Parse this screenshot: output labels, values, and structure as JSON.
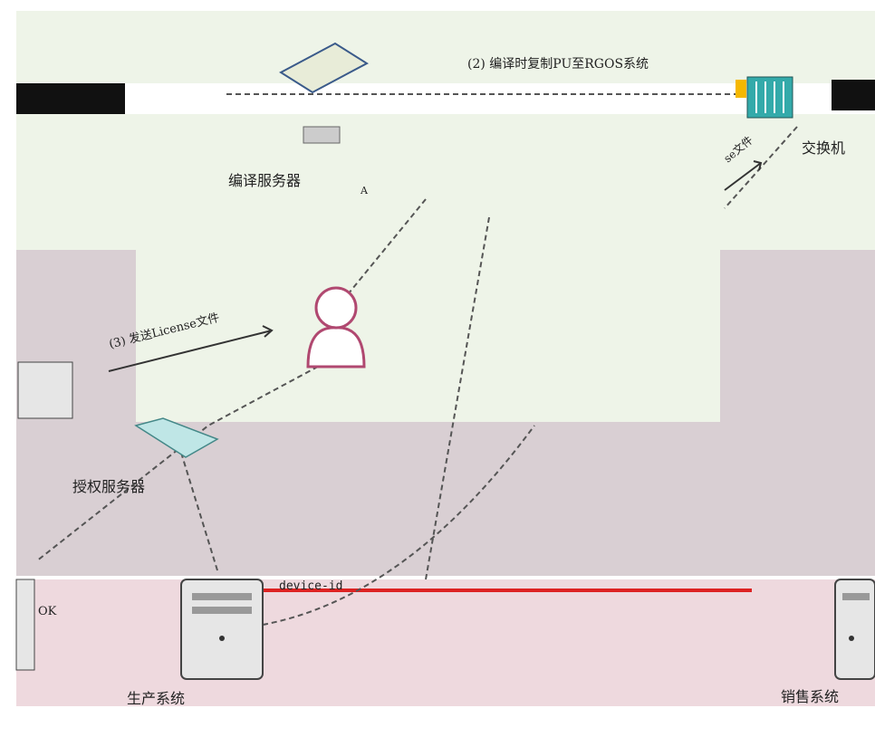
{
  "labels": {
    "step2_label": "(2) 编译时复制PU至RGOS系统",
    "compile_server": "编译服务器",
    "switch": "交换机",
    "step3_label": "(3) 发送License文件",
    "license_server": "授权服务器",
    "production_system": "生产系统",
    "sales_system": "销售系统",
    "device_id": "device-id",
    "ok": "OK",
    "license_file_partial": "se文件",
    "step1_partial": "A"
  },
  "colors": {
    "background": "#ffffff",
    "band_green": "#eef4e8",
    "band_mauve": "#d9cfd3",
    "band_pink": "#eed9de",
    "dashed_line": "#555555",
    "user_outline": "#b04870",
    "server_gray": "#e6e6e6"
  },
  "icons": {
    "compile_server": "server-icon",
    "switch": "switch-icon",
    "user": "user-icon",
    "license_server": "server-icon",
    "production_server": "tower-server-icon",
    "sales_server": "tower-server-icon"
  }
}
